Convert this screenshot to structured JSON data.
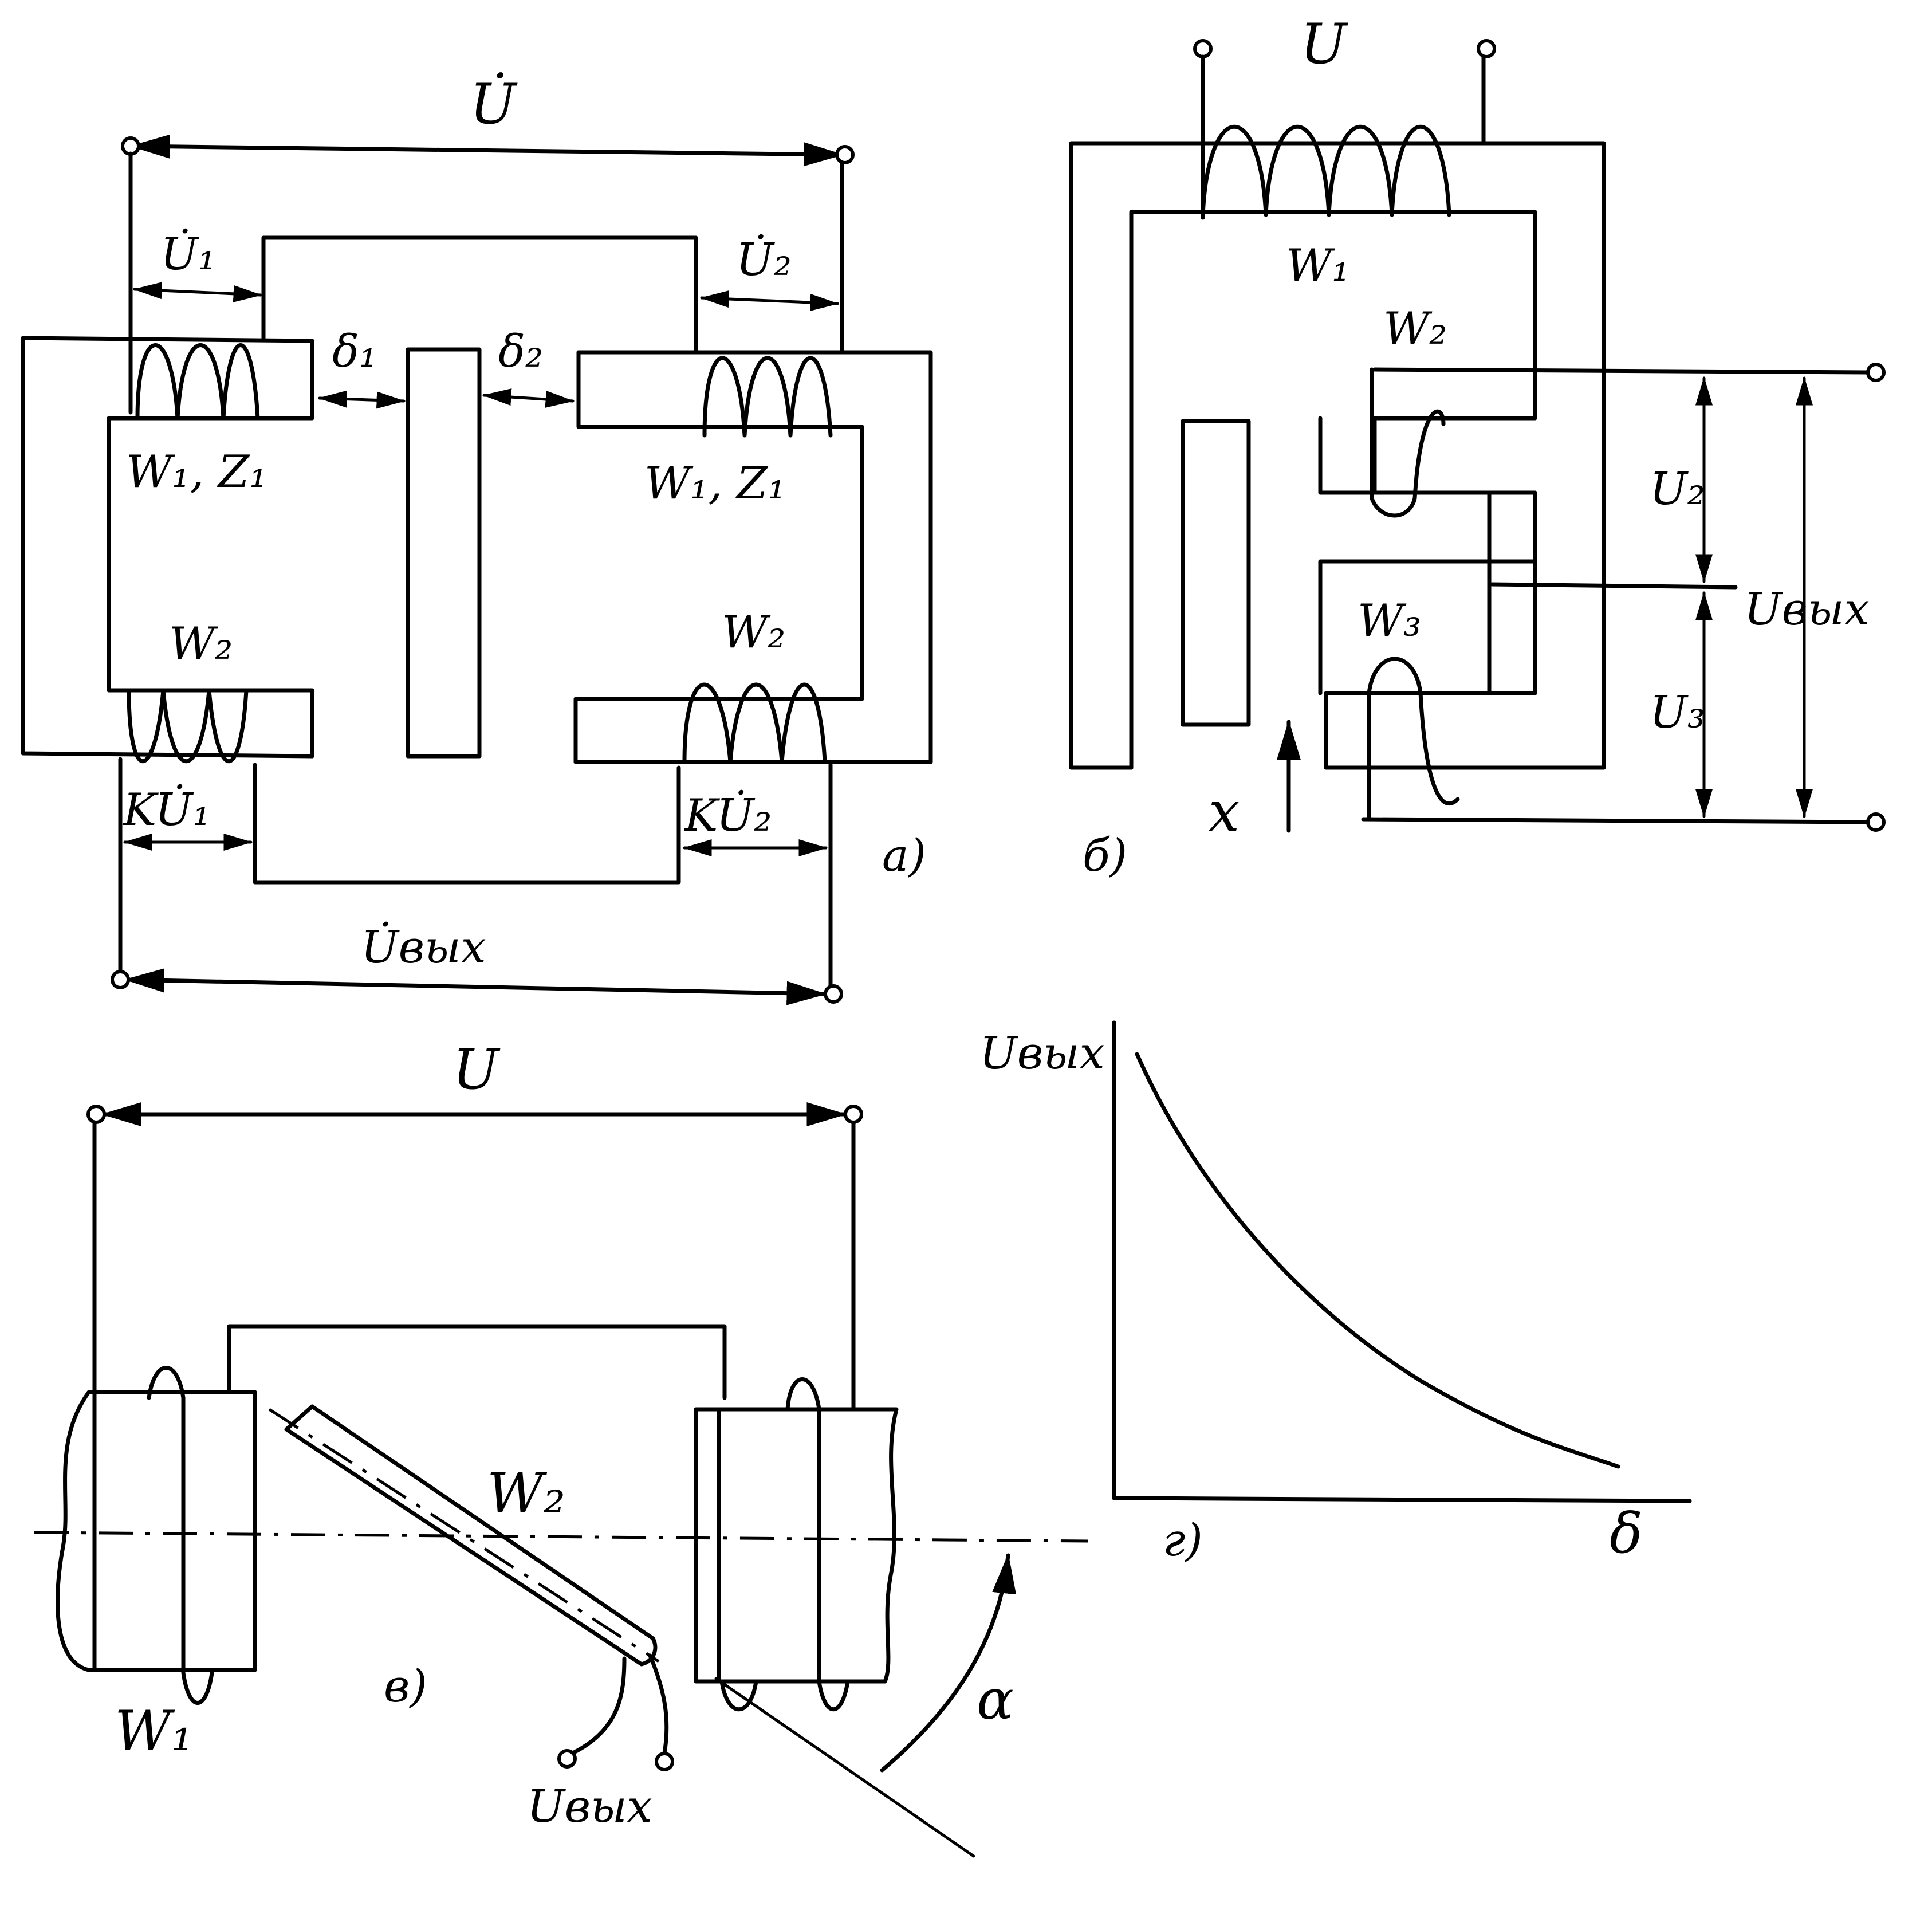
{
  "panel_a": {
    "supply": "U̇",
    "u1": "U̇₁",
    "u2": "U̇₂",
    "gap1": "δ₁",
    "gap2": "δ₂",
    "coil_left_primary": "W₁, Z₁",
    "coil_right_primary": "W₁, Z₁",
    "coil_left_secondary": "W₂",
    "coil_right_secondary": "W₂",
    "ku1": "KU̇₁",
    "ku2": "KU̇₂",
    "output": "U̇вых",
    "caption": "а)"
  },
  "panel_b": {
    "supply": "U",
    "w1": "W₁",
    "w2": "W₂",
    "w3": "W₃",
    "u2": "U₂",
    "u3": "U₃",
    "output": "Uвых",
    "displacement": "x",
    "caption": "б)"
  },
  "panel_c": {
    "supply": "U",
    "w1": "W₁",
    "w2": "W₂",
    "output": "Uвых",
    "angle": "α",
    "caption": "в)"
  },
  "panel_d": {
    "y_axis_label": "Uвых",
    "x_axis_label": "δ",
    "caption": "г)"
  }
}
